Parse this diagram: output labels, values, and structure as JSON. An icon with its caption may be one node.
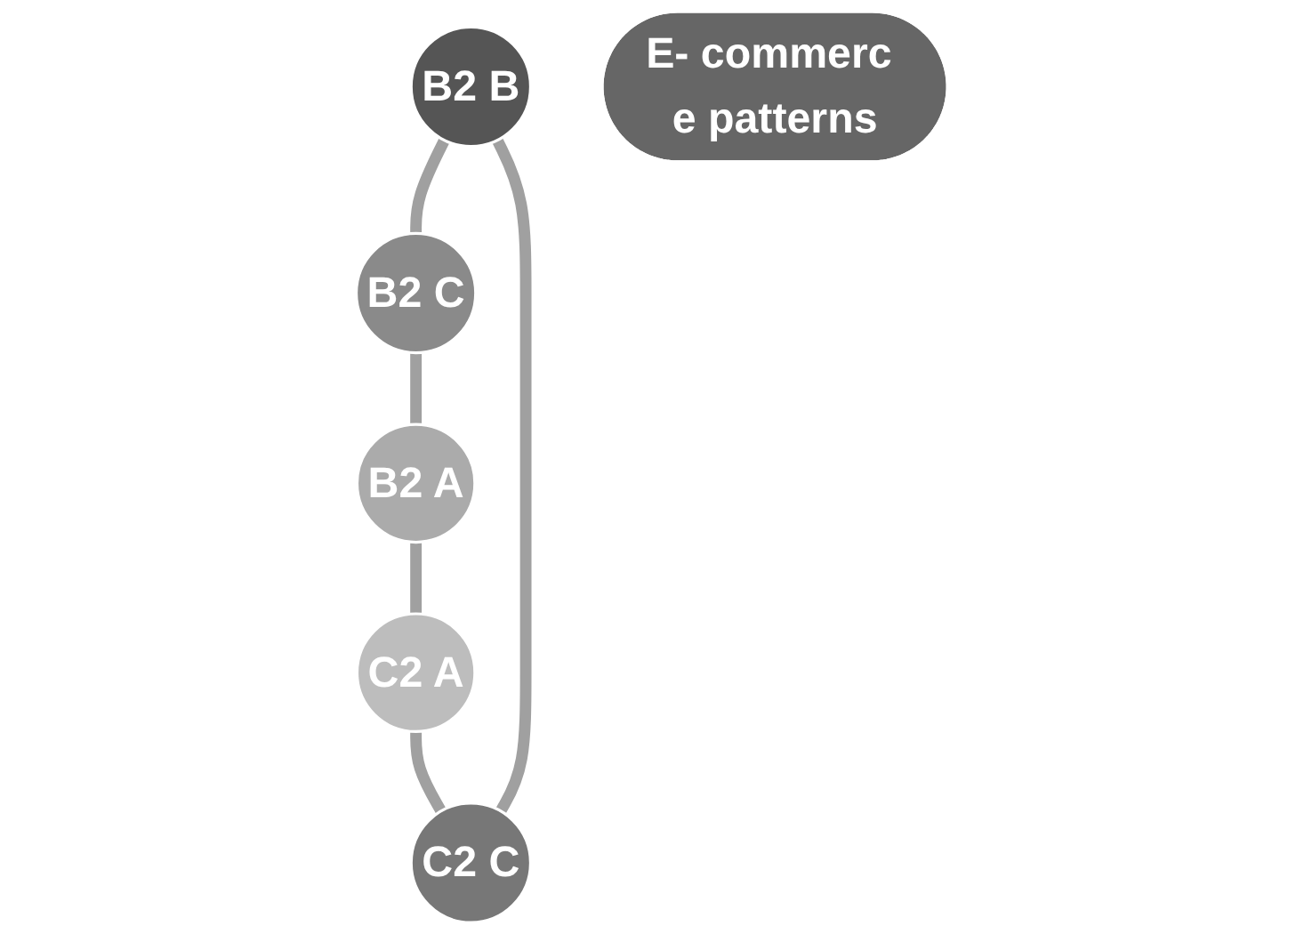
{
  "diagram": {
    "nodes": [
      {
        "text": [
          "B2 B"
        ]
      },
      {
        "text": [
          "C2 C"
        ]
      },
      {
        "text": [
          "B2 C"
        ]
      },
      {
        "text": [
          "E- commerc e patterns"
        ]
      },
      {
        "text": [
          "C2 A"
        ]
      },
      {
        "text": [
          "B2 A"
        ]
      }
    ],
    "edges": [
      {
        "from": 0,
        "to": 2,
        "arrow": "none"
      },
      {
        "from": 2,
        "to": 5,
        "arrow": "none"
      },
      {
        "from": 5,
        "to": 4,
        "arrow": "none"
      },
      {
        "from": 4,
        "to": 1,
        "arrow": "none"
      },
      {
        "from": 1,
        "to": 0,
        "arrow": "none"
      }
    ]
  }
}
